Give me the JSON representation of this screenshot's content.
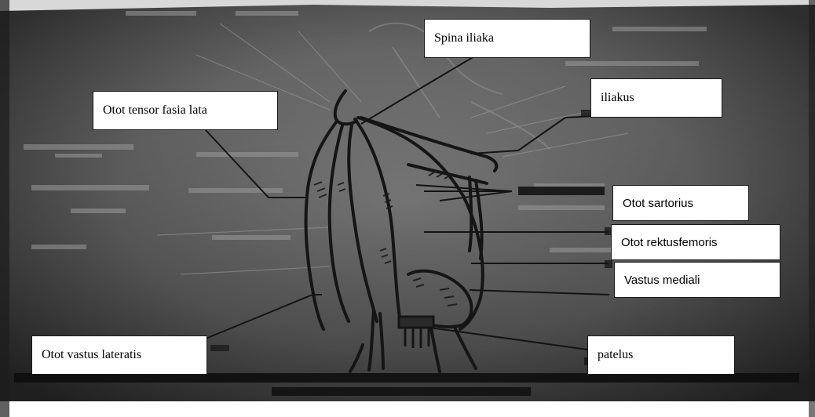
{
  "diagram": {
    "labels": {
      "spina_iliaka": "Spina iliaka",
      "iliakus": "iliakus",
      "tensor_fasia_lata": "Otot tensor fasia lata",
      "sartorius": "Otot sartorius",
      "rektusfemoris": "Otot rektusfemoris",
      "vastus_mediali": "Vastus mediali",
      "vastus_lateratis": "Otot vastus lateratis",
      "patelus": "patelus"
    },
    "colors": {
      "scan_background": "#5e5e5e",
      "ink": "#151515",
      "label_border": "#1a1a1a"
    }
  }
}
